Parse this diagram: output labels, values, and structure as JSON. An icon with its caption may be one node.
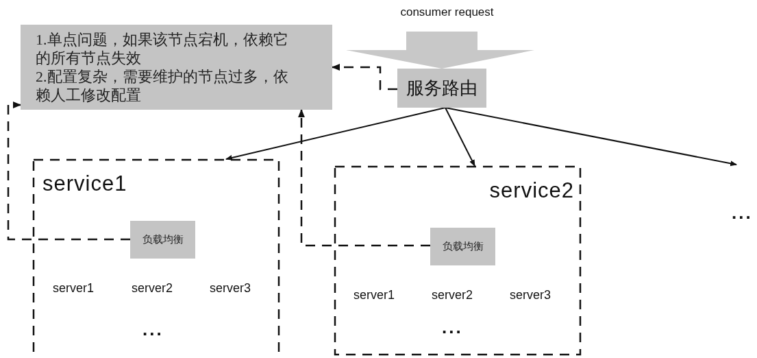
{
  "diagram": {
    "nodes": [
      {
        "text": [
          "1.单点问题，如果该节点宕机，依赖它的所有节点失效",
          "2.配置复杂，需要维护的节点过多，依赖人工修改配置"
        ]
      },
      {
        "text": [
          "consumer request"
        ]
      },
      {
        "text": [
          "服务路由"
        ]
      },
      {
        "text": [
          "service1"
        ]
      },
      {
        "text": [
          "负载均衡"
        ],
        "in": 3
      },
      {
        "text": [
          "service2"
        ]
      },
      {
        "text": [
          "负载均衡"
        ],
        "in": 5
      }
    ],
    "edges": [
      {
        "from": 1,
        "to": 2,
        "arrow": "to",
        "style": "thick",
        "color": "#c8c8c8"
      },
      {
        "from": 2,
        "to": 3,
        "arrow": "to"
      },
      {
        "from": 2,
        "to": 5,
        "arrow": "to"
      },
      {
        "from": 2,
        "to": null,
        "arrow": "to"
      },
      {
        "from": 2,
        "to": 0,
        "arrow": "to",
        "style": "dashed"
      },
      {
        "from": 4,
        "to": 0,
        "arrow": "to",
        "style": "dashed"
      },
      {
        "from": 6,
        "to": 0,
        "arrow": "to",
        "style": "dashed"
      }
    ],
    "labels": [
      "server1",
      "server2",
      "server3",
      "...",
      "server1",
      "server2",
      "server3",
      "...",
      "..."
    ]
  }
}
